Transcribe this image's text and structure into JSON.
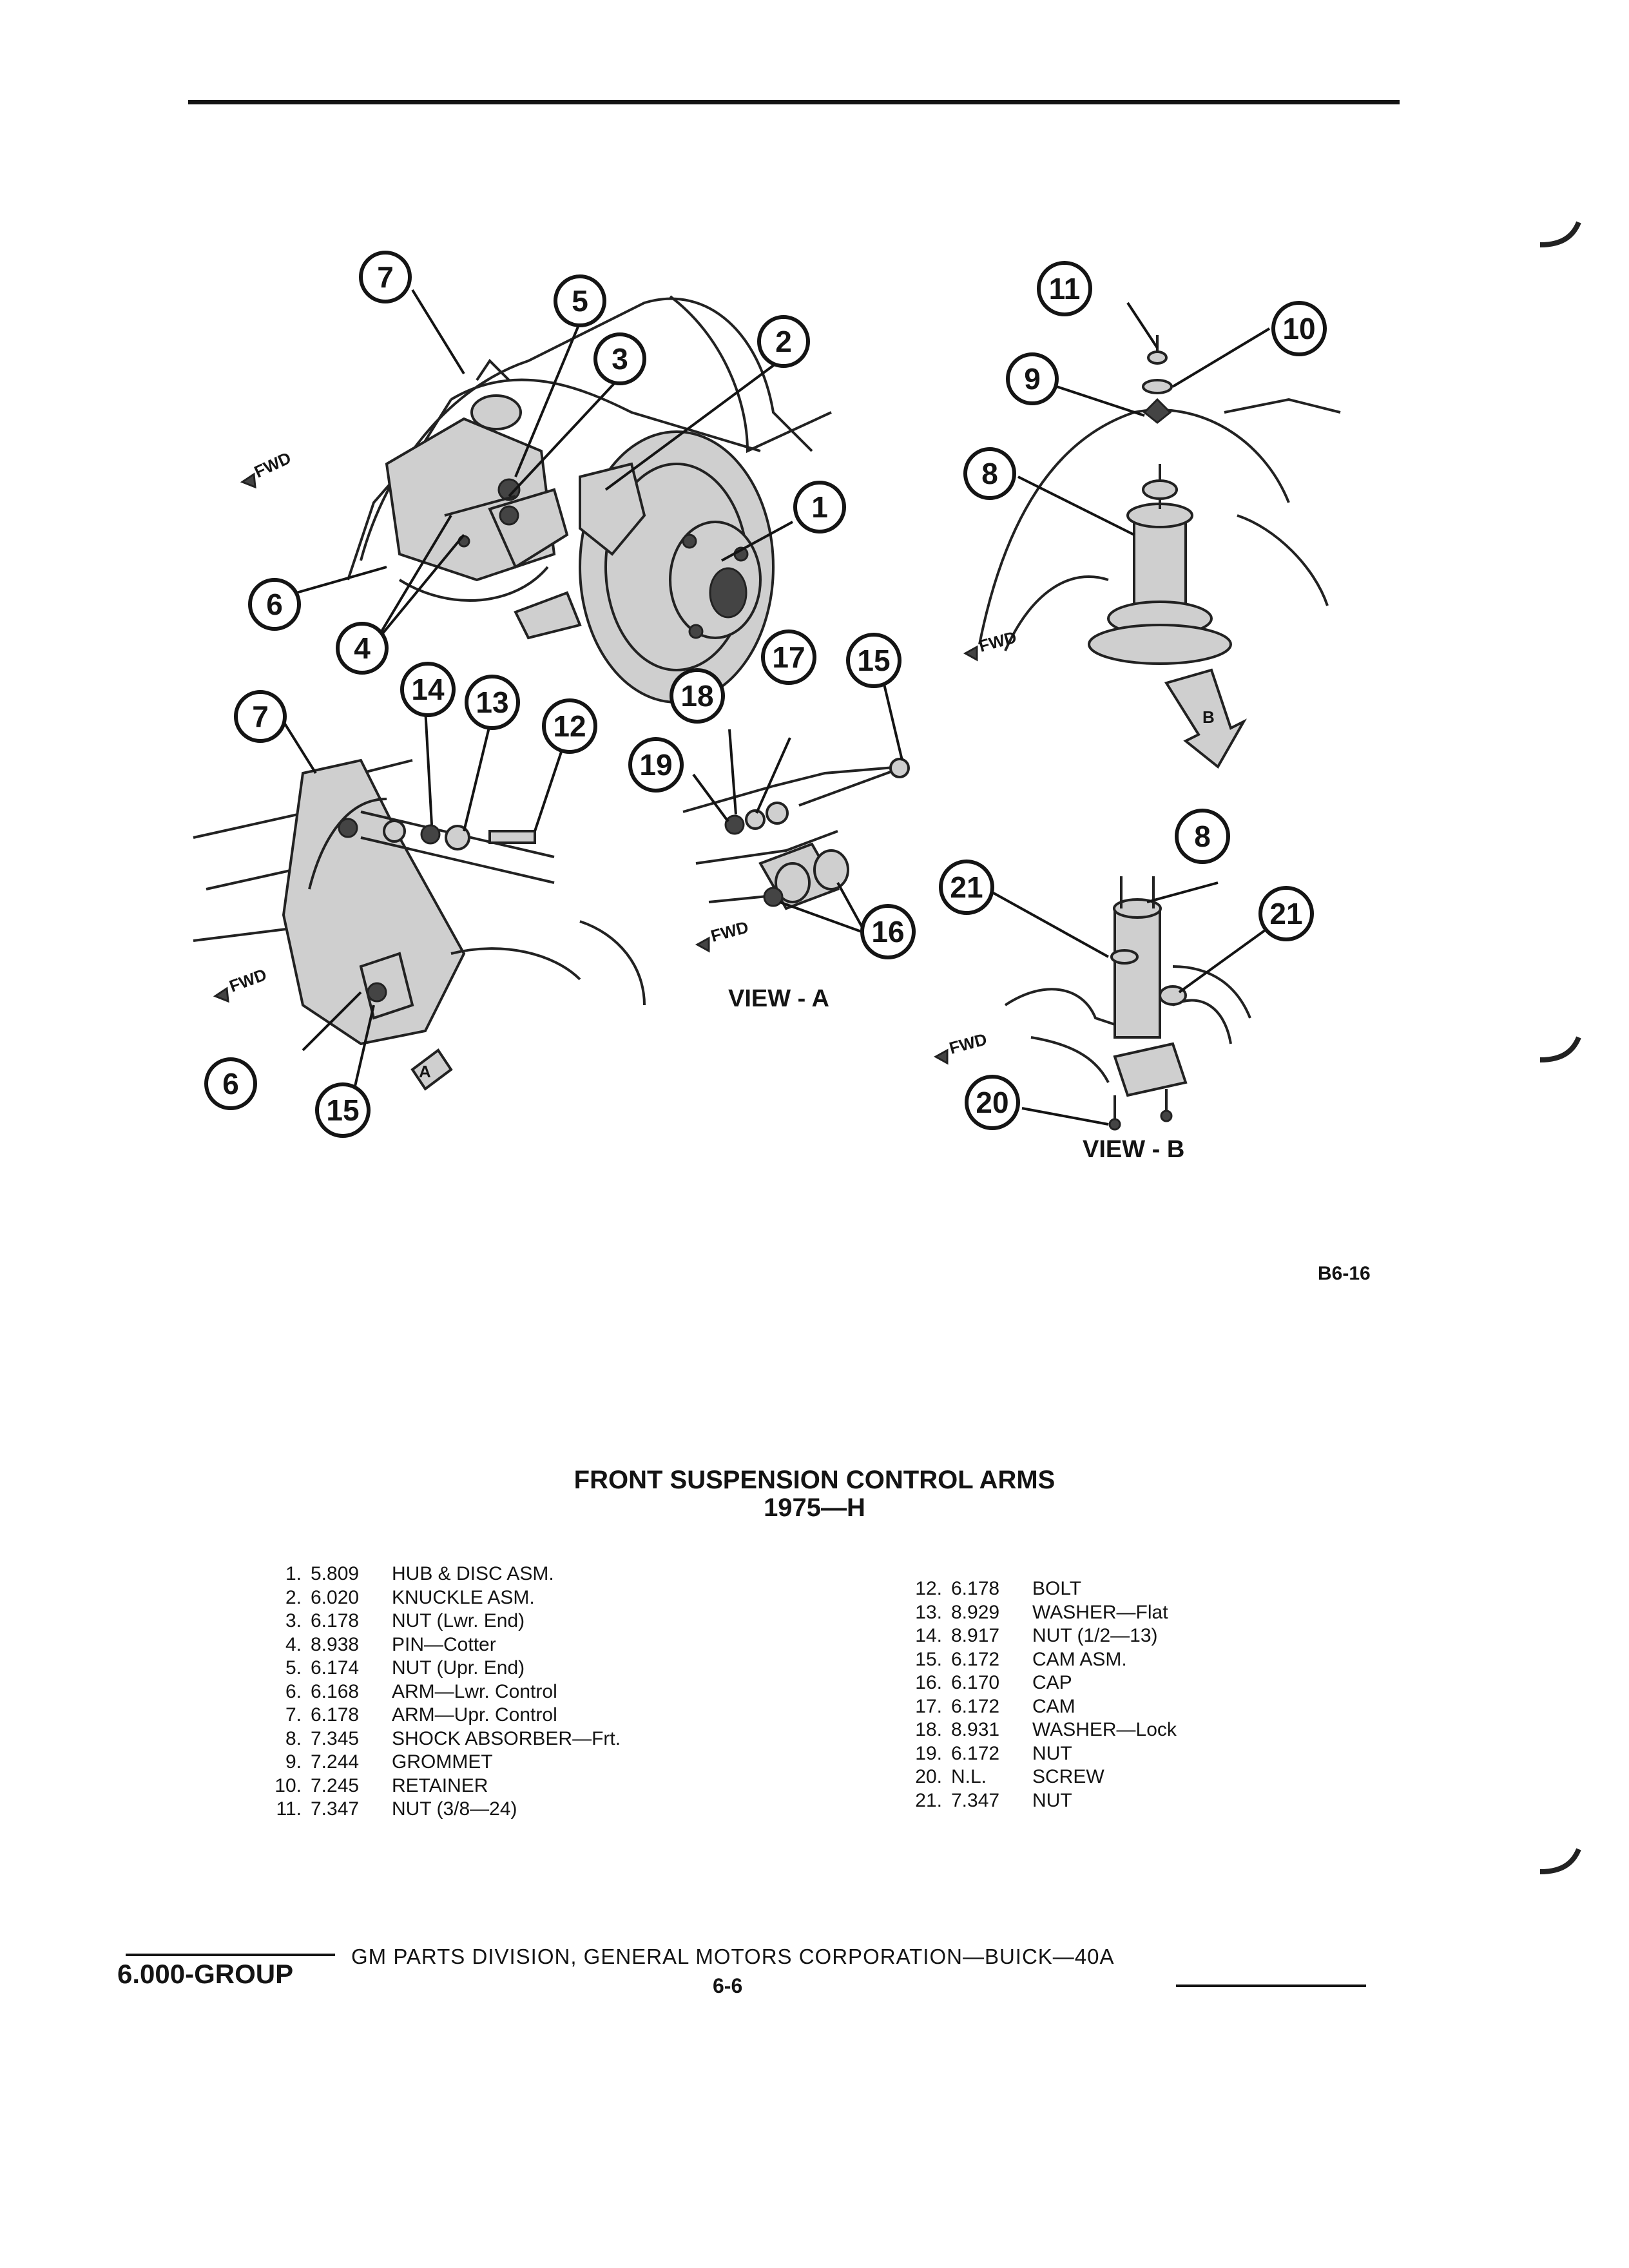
{
  "figure": {
    "fwd_label": "FWD",
    "view_a_label": "VIEW - A",
    "view_b_label": "VIEW - B",
    "view_b_marker": "B",
    "view_a_marker": "A",
    "figure_id": "B6-16",
    "callouts": [
      "1",
      "2",
      "3",
      "4",
      "5",
      "6",
      "7",
      "8",
      "9",
      "10",
      "11",
      "12",
      "13",
      "14",
      "15",
      "16",
      "17",
      "18",
      "19",
      "20",
      "21"
    ]
  },
  "title": {
    "line1": "FRONT SUSPENSION CONTROL ARMS",
    "line2": "1975—H"
  },
  "parts_left": [
    {
      "num": "1.",
      "code": "5.809",
      "desc": "HUB & DISC ASM."
    },
    {
      "num": "2.",
      "code": "6.020",
      "desc": "KNUCKLE ASM."
    },
    {
      "num": "3.",
      "code": "6.178",
      "desc": "NUT (Lwr. End)"
    },
    {
      "num": "4.",
      "code": "8.938",
      "desc": "PIN—Cotter"
    },
    {
      "num": "5.",
      "code": "6.174",
      "desc": "NUT (Upr. End)"
    },
    {
      "num": "6.",
      "code": "6.168",
      "desc": "ARM—Lwr. Control"
    },
    {
      "num": "7.",
      "code": "6.178",
      "desc": "ARM—Upr. Control"
    },
    {
      "num": "8.",
      "code": "7.345",
      "desc": "SHOCK ABSORBER—Frt."
    },
    {
      "num": "9.",
      "code": "7.244",
      "desc": "GROMMET"
    },
    {
      "num": "10.",
      "code": "7.245",
      "desc": "RETAINER"
    },
    {
      "num": "11.",
      "code": "7.347",
      "desc": "NUT (3/8—24)"
    }
  ],
  "parts_right": [
    {
      "num": "12.",
      "code": "6.178",
      "desc": "BOLT"
    },
    {
      "num": "13.",
      "code": "8.929",
      "desc": "WASHER—Flat"
    },
    {
      "num": "14.",
      "code": "8.917",
      "desc": "NUT (1/2—13)"
    },
    {
      "num": "15.",
      "code": "6.172",
      "desc": "CAM ASM."
    },
    {
      "num": "16.",
      "code": "6.170",
      "desc": "CAP"
    },
    {
      "num": "17.",
      "code": "6.172",
      "desc": "CAM"
    },
    {
      "num": "18.",
      "code": "8.931",
      "desc": "WASHER—Lock"
    },
    {
      "num": "19.",
      "code": "6.172",
      "desc": "NUT"
    },
    {
      "num": "20.",
      "code": "N.L.",
      "desc": "SCREW"
    },
    {
      "num": "21.",
      "code": "7.347",
      "desc": "NUT"
    }
  ],
  "footer": {
    "group": "6.000-GROUP",
    "publisher": "GM PARTS DIVISION, GENERAL MOTORS CORPORATION—BUICK—40A",
    "page": "6-6"
  }
}
